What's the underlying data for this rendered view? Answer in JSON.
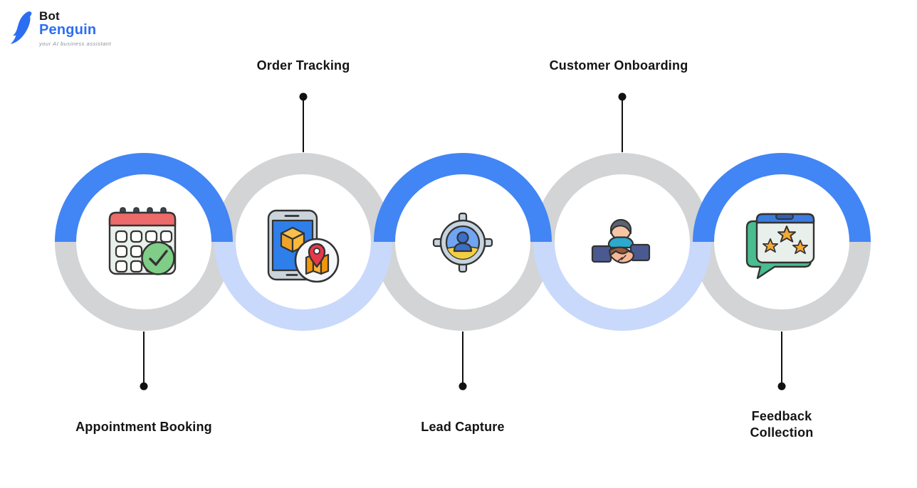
{
  "logo": {
    "name_top": "Bot",
    "name_bottom": "Penguin",
    "tagline": "your AI business assistant",
    "color": "#2C6EF2"
  },
  "colors": {
    "accent_blue": "#4285F4",
    "pale_blue": "#C9D9FB",
    "ring_gray": "#D2D4D6",
    "label_text": "#141414",
    "connector": "#111111"
  },
  "steps": [
    {
      "label": "Appointment Booking",
      "label_position": "bottom",
      "icon": "calendar-check-icon",
      "top_arc": "blue",
      "bottom_arc": "gray"
    },
    {
      "label": "Order Tracking",
      "label_position": "top",
      "icon": "phone-package-location-icon",
      "top_arc": "gray",
      "bottom_arc": "pale-blue"
    },
    {
      "label": "Lead Capture",
      "label_position": "bottom",
      "icon": "lead-target-person-icon",
      "top_arc": "blue",
      "bottom_arc": "gray"
    },
    {
      "label": "Customer Onboarding",
      "label_position": "top",
      "icon": "handshake-icon",
      "top_arc": "gray",
      "bottom_arc": "pale-blue"
    },
    {
      "label": "Feedback Collection",
      "label_position": "bottom",
      "icon": "feedback-stars-icon",
      "top_arc": "blue",
      "bottom_arc": "gray"
    }
  ]
}
